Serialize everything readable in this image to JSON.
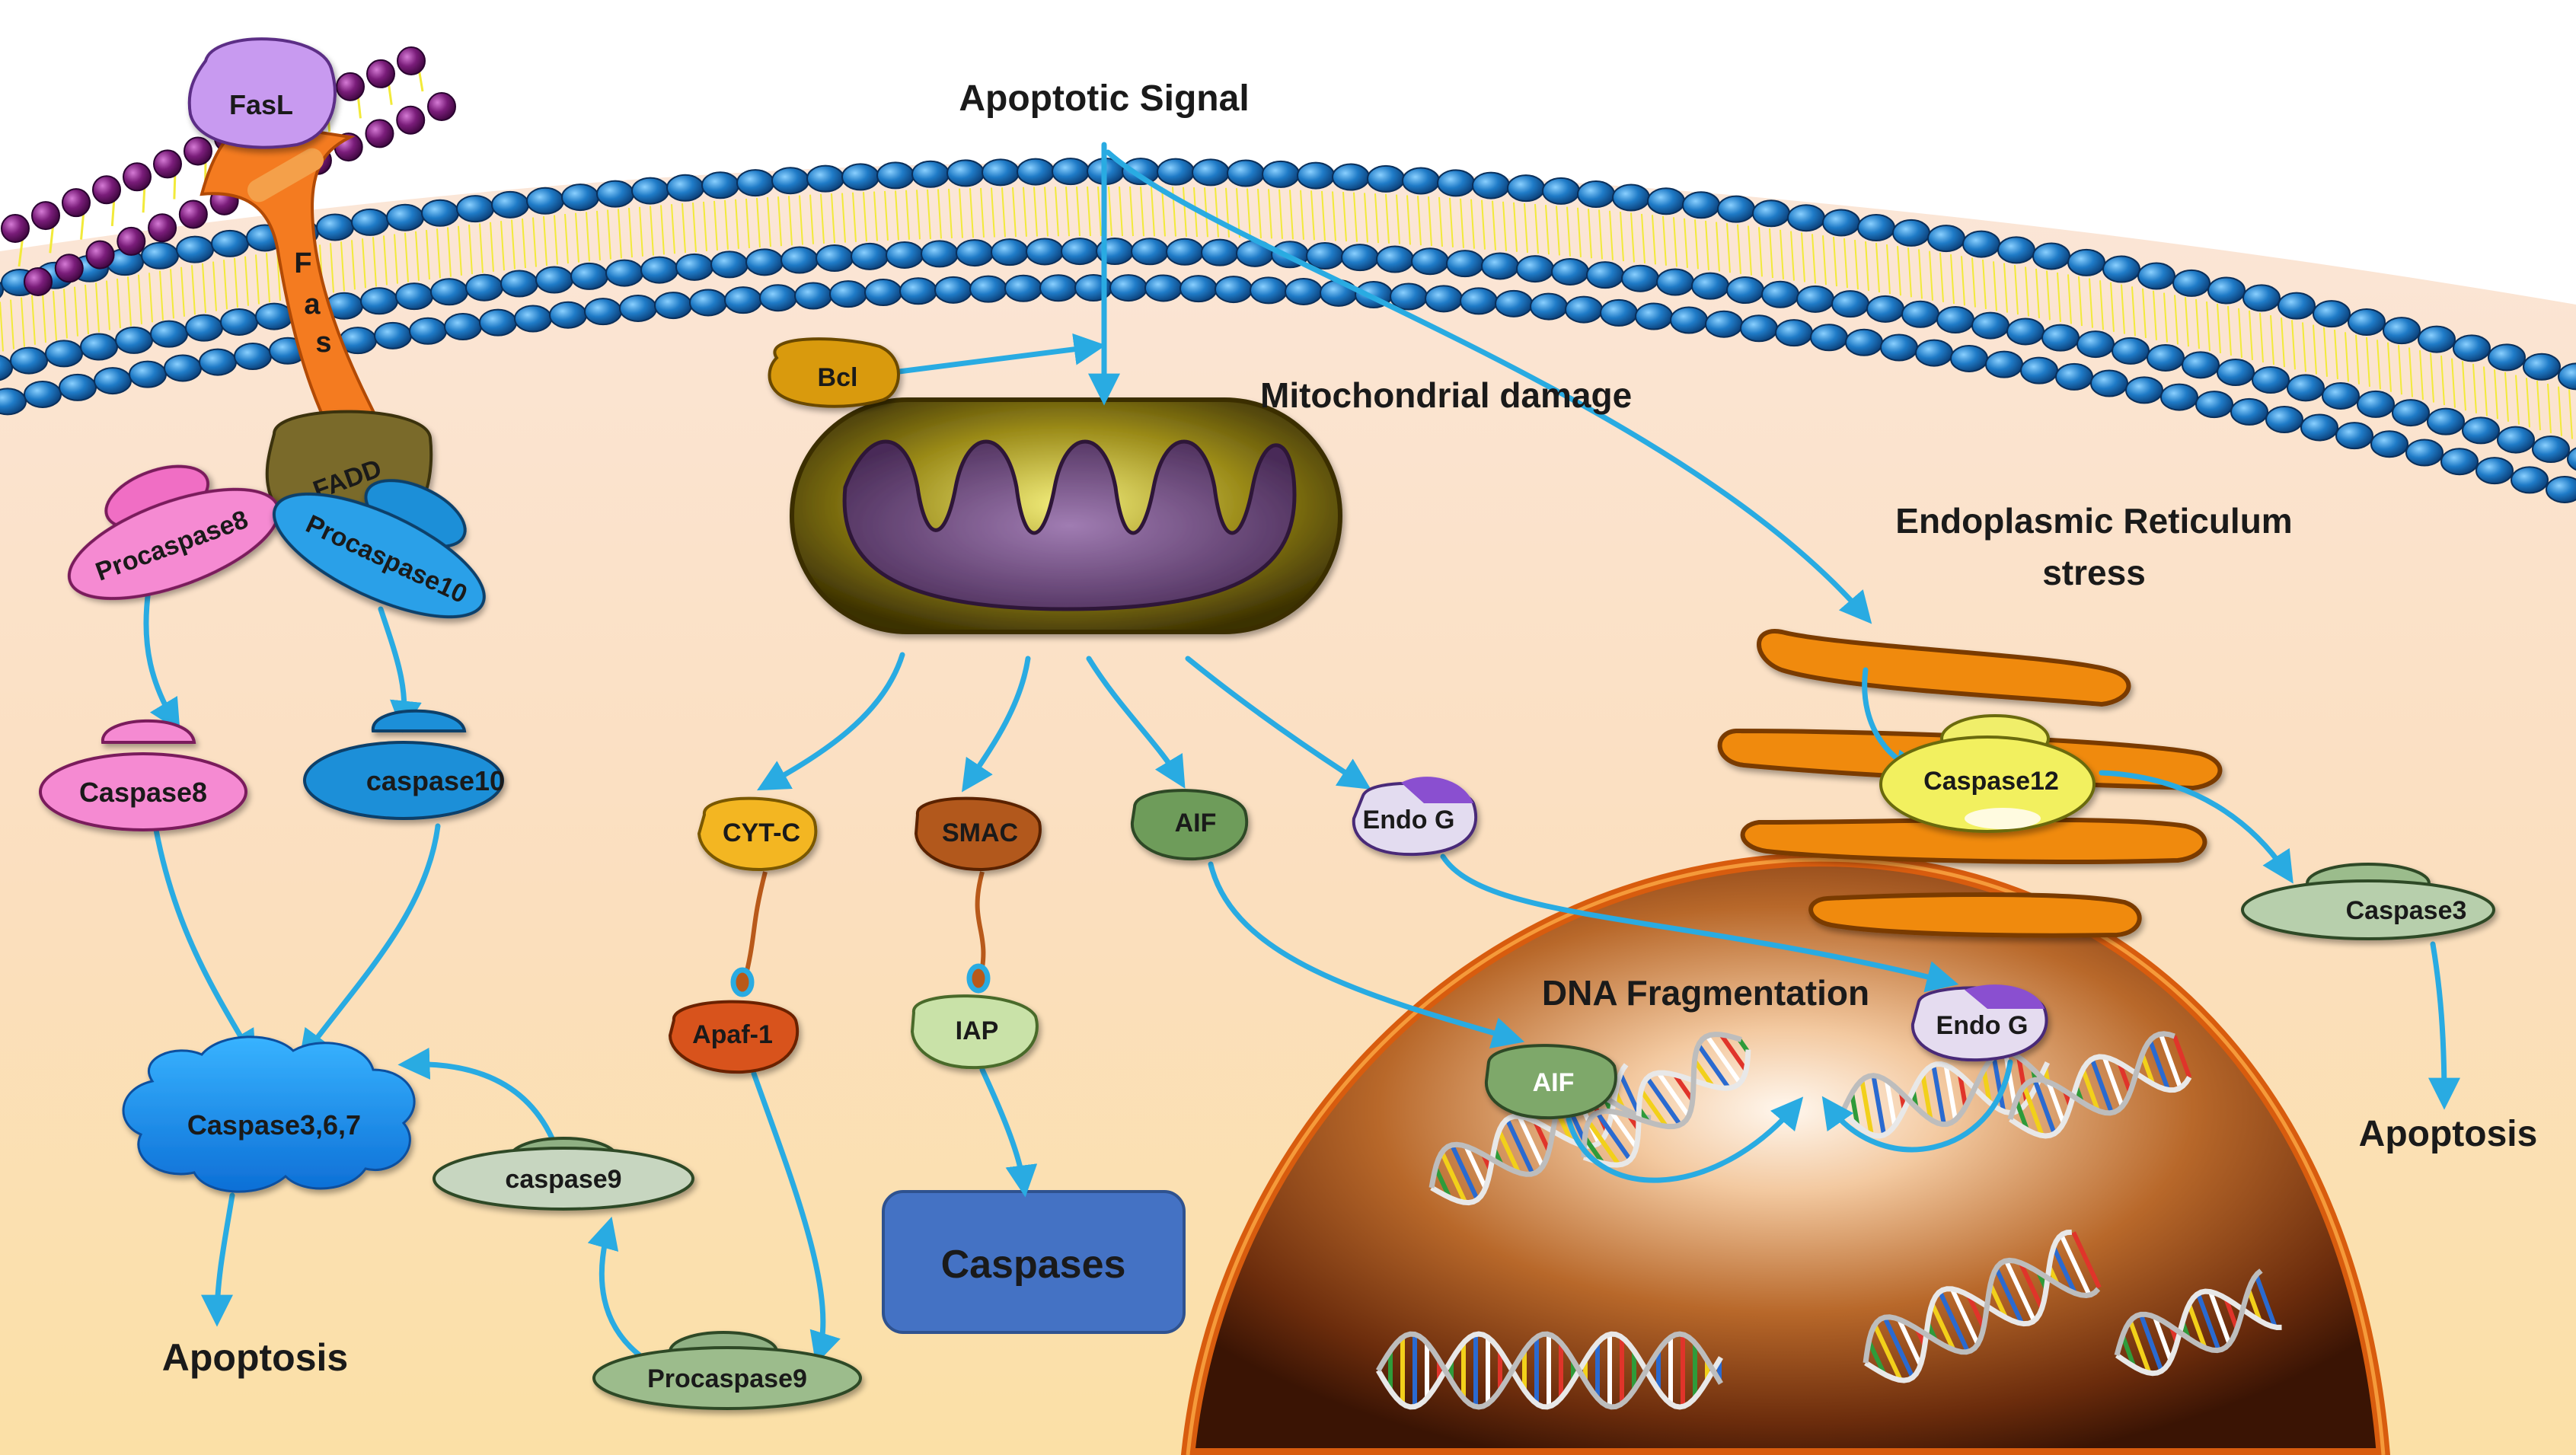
{
  "title": "Apoptotic Signal",
  "labels": {
    "mito_damage": "Mitochondrial damage",
    "er_stress_line1": "Endoplasmic Reticulum",
    "er_stress_line2": "stress",
    "dna_fragmentation": "DNA Fragmentation"
  },
  "extrinsic": {
    "fasl": "FasL",
    "fas": [
      "F",
      "a",
      "s"
    ],
    "fadd": "FADD",
    "procaspase8": "Procaspase8",
    "procaspase10": "Procaspase10",
    "caspase8": "Caspase8",
    "caspase10": "caspase10",
    "caspase367": "Caspase3,6,7",
    "caspase9": "caspase9",
    "procaspase9": "Procaspase9",
    "apoptosis": "Apoptosis"
  },
  "mitochondrial": {
    "bcl": "Bcl",
    "cytc": "CYT-C",
    "smac": "SMAC",
    "aif": "AIF",
    "endog": "Endo G",
    "apaf1": "Apaf-1",
    "iap": "IAP",
    "caspases": "Caspases"
  },
  "nucleus": {
    "aif": "AIF",
    "endog": "Endo G"
  },
  "er": {
    "caspase12": "Caspase12",
    "caspase3": "Caspase3",
    "apoptosis": "Apoptosis"
  },
  "colors": {
    "arrow": "#29abe2",
    "membrane_head": "#1b6fb5",
    "purple_head": "#7a1d7a",
    "tail": "#f2ea3a",
    "nucleus": "#c25612",
    "er": "#f08a10",
    "caspases_box": "#4472c4"
  }
}
